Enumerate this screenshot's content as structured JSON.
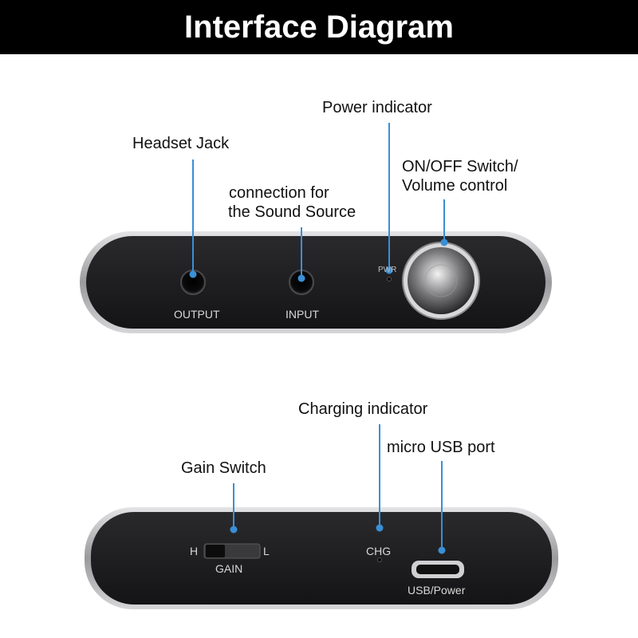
{
  "title": "Interface Diagram",
  "callouts": {
    "headset_jack": "Headset Jack",
    "sound_source_line1": "connection for",
    "sound_source_line2": "the Sound Source",
    "power_indicator": "Power indicator",
    "switch_line1": "ON/OFF Switch/",
    "switch_line2": "Volume control",
    "charging_indicator": "Charging indicator",
    "micro_usb": "micro USB port",
    "gain_switch": "Gain Switch"
  },
  "panel_labels": {
    "output": "OUTPUT",
    "input": "INPUT",
    "pwr": "PWR",
    "h": "H",
    "l": "L",
    "gain": "GAIN",
    "chg": "CHG",
    "usb_power": "USB/Power"
  },
  "colors": {
    "leader_line": "#3a8fd6",
    "panel_face": "#1c1c1e",
    "rim": "#c9c9cb"
  }
}
